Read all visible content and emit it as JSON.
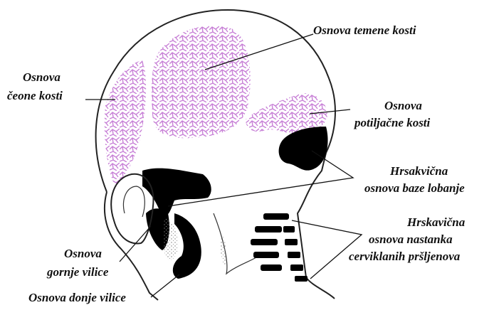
{
  "labels": {
    "frontal_1": "Osnova",
    "frontal_2": "čeone kosti",
    "parietal": "Osnova temene kosti",
    "occipital_1": "Osnova",
    "occipital_2": "potiljačne kosti",
    "skull_base_1": "Hrsakvična",
    "skull_base_2": "osnova baze lobanje",
    "cervical_1": "Hrskavična",
    "cervical_2": "osnova nastanka",
    "cervical_3": "cerviklanih pršljenova",
    "maxilla_1": "Osnova",
    "maxilla_2": "gornje vilice",
    "mandible": "Osnova donje vilice"
  },
  "colors": {
    "ossification": "#c77fd6",
    "cartilage": "#000000",
    "outline": "#222222"
  }
}
